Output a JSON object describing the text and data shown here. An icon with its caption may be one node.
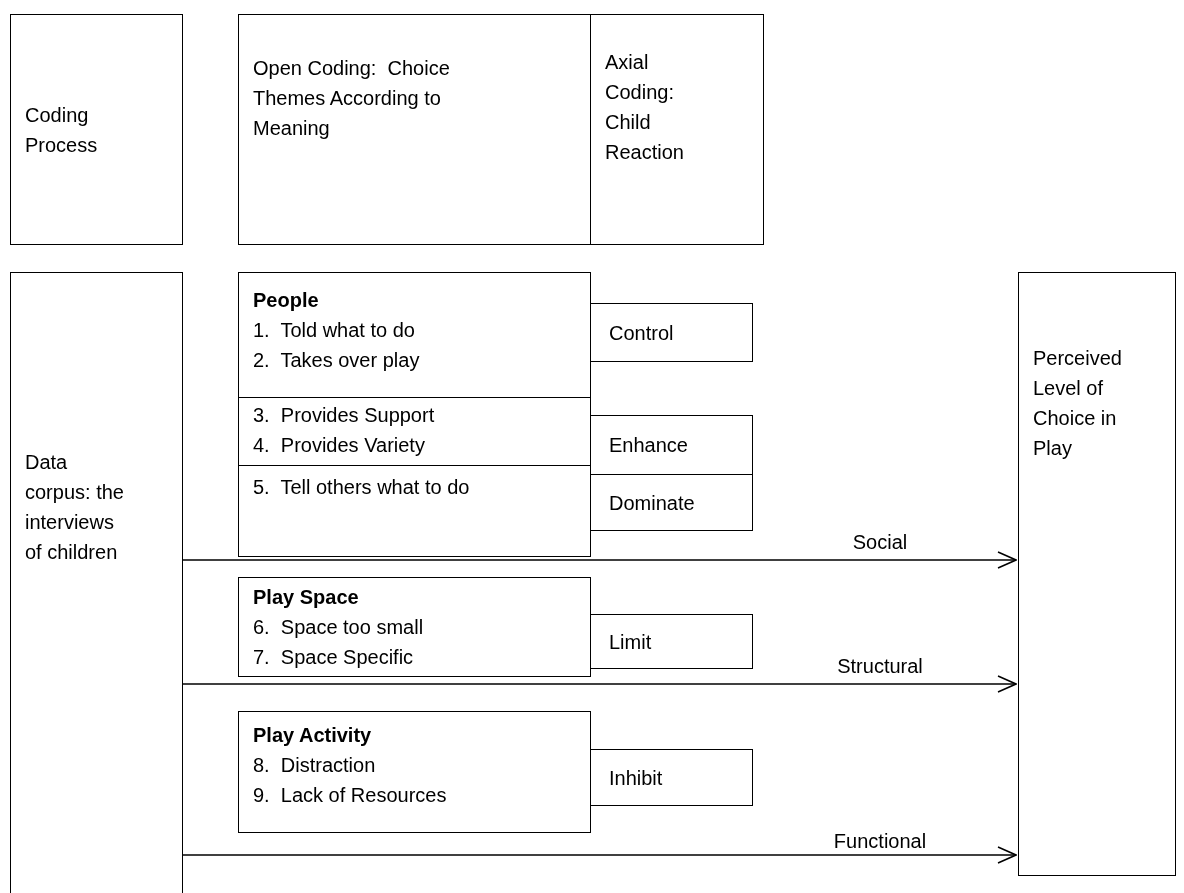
{
  "diagram": {
    "nodes": [
      {
        "text": [
          "Coding Process"
        ]
      },
      {
        "text": [
          "Open Coding:  Choice Themes According to Meaning"
        ]
      },
      {
        "text": [
          "Axial Coding: Child Reaction"
        ]
      },
      {
        "text": [
          "Data corpus: the interviews of children"
        ]
      },
      {
        "text": [
          "People",
          "1.  Told what to do",
          "2.  Takes over play"
        ]
      },
      {
        "text": [
          "3.  Provides Support",
          "4.  Provides Variety"
        ]
      },
      {
        "text": [
          "5.  Tell others what to do"
        ]
      },
      {
        "text": [
          "Control"
        ]
      },
      {
        "text": [
          "Enhance"
        ]
      },
      {
        "text": [
          "Dominate"
        ]
      },
      {
        "text": [
          "Play Space",
          "6.  Space too small",
          "7.  Space Specific"
        ]
      },
      {
        "text": [
          "Limit"
        ]
      },
      {
        "text": [
          "Play Activity",
          "8.  Distraction",
          "9.  Lack of Resources"
        ]
      },
      {
        "text": [
          "Inhibit"
        ]
      },
      {
        "text": [
          "Perceived Level of Choice in Play"
        ]
      }
    ],
    "edges": [
      {
        "from": 3,
        "to": 14,
        "arrow": "to",
        "label": "Social"
      },
      {
        "from": 3,
        "to": 14,
        "arrow": "to",
        "label": "Structural"
      },
      {
        "from": 3,
        "to": 14,
        "arrow": "to",
        "label": "Functional"
      }
    ]
  }
}
